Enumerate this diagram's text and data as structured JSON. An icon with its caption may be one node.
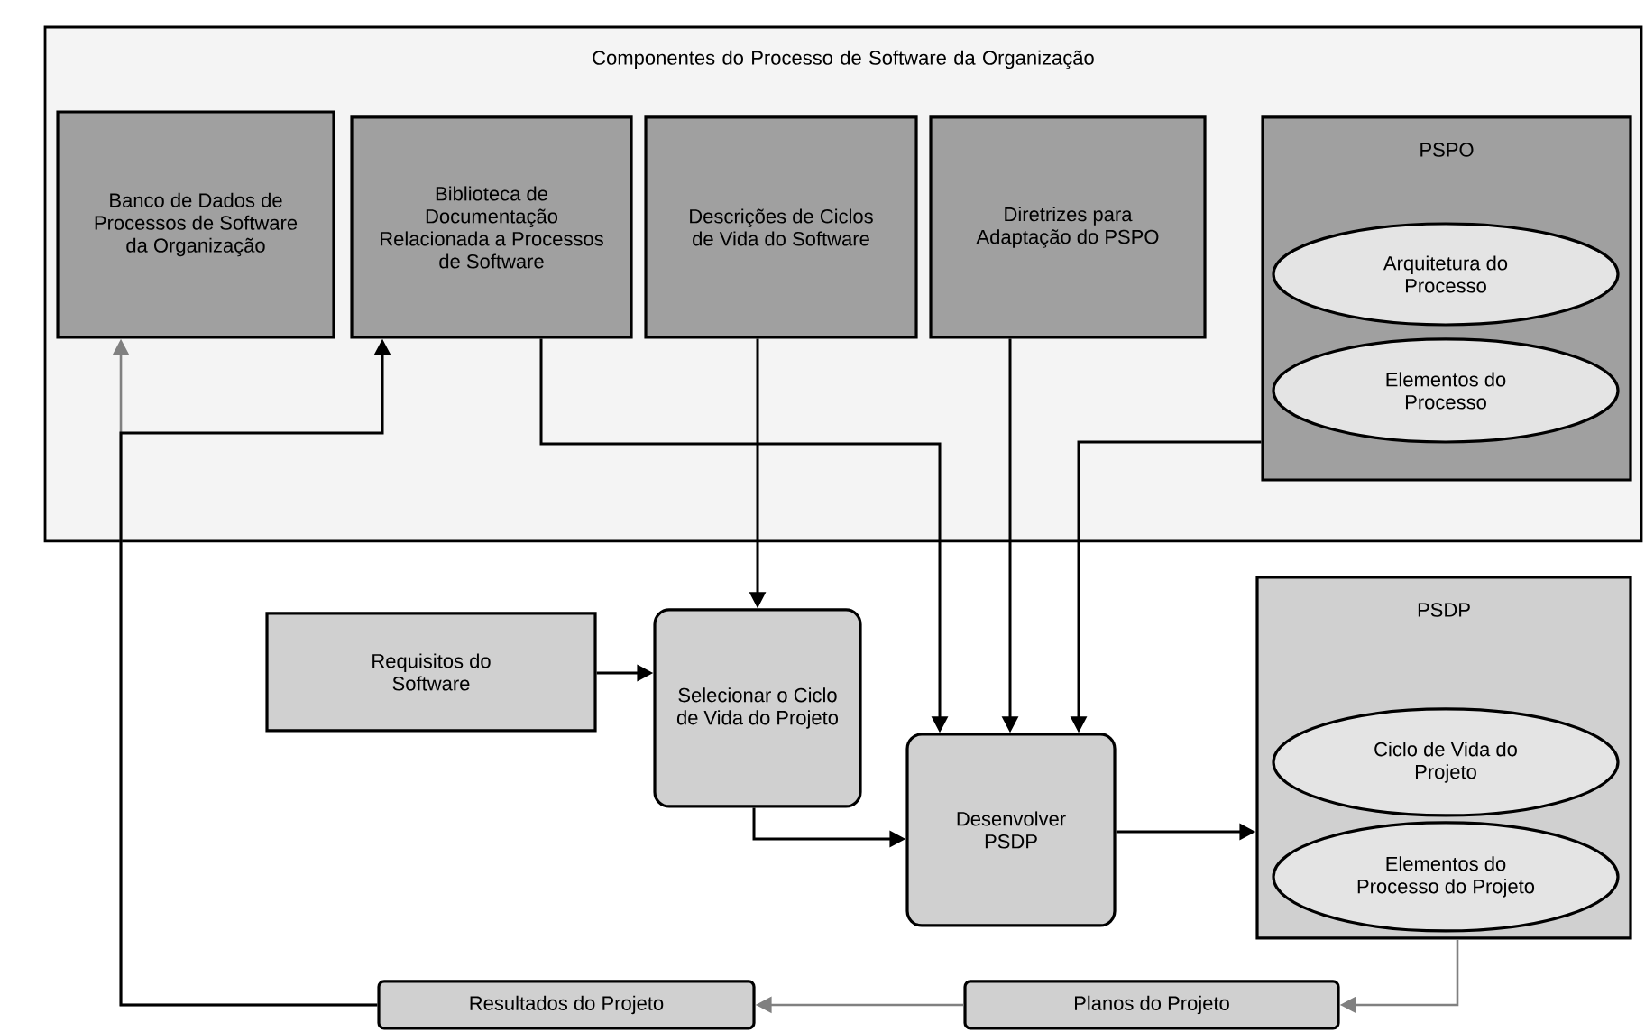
{
  "diagram": {
    "nodes": [
      {
        "text": [
          "Componentes do Processo de Software da Organização"
        ]
      },
      {
        "text": [
          "Banco de Dados de Processos de Software da Organização"
        ],
        "in": 0
      },
      {
        "text": [
          "Biblioteca de Documentação Relacionada a Processos de Software"
        ],
        "in": 0
      },
      {
        "text": [
          "Descrições de Ciclos de Vida do Software"
        ],
        "in": 0
      },
      {
        "text": [
          "Diretrizes para Adaptação do PSPO"
        ],
        "in": 0
      },
      {
        "text": [
          "PSPO"
        ],
        "in": 0
      },
      {
        "text": [
          "Arquitetura do Processo"
        ],
        "in": 5
      },
      {
        "text": [
          "Elementos do Processo"
        ],
        "in": 5
      },
      {
        "text": [
          "Requisitos do Software"
        ]
      },
      {
        "text": [
          "Selecionar o Ciclo de Vida do Projeto"
        ]
      },
      {
        "text": [
          "Desenvolver PSDP"
        ]
      },
      {
        "text": [
          "PSDP"
        ]
      },
      {
        "text": [
          "Ciclo de Vida do Projeto"
        ],
        "in": 11
      },
      {
        "text": [
          "Elementos do Processo do Projeto"
        ],
        "in": 11
      },
      {
        "text": [
          "Planos do Projeto"
        ]
      },
      {
        "text": [
          "Resultados do Projeto"
        ]
      }
    ],
    "edges": [
      {
        "from": 2,
        "to": 10,
        "arrow": "to"
      },
      {
        "from": 3,
        "to": 9,
        "arrow": "to"
      },
      {
        "from": 4,
        "to": 10,
        "arrow": "to"
      },
      {
        "from": 5,
        "to": 10,
        "arrow": "to"
      },
      {
        "from": 8,
        "to": 9,
        "arrow": "to"
      },
      {
        "from": 9,
        "to": 10,
        "arrow": "to"
      },
      {
        "from": 10,
        "to": 11,
        "arrow": "to"
      },
      {
        "from": 11,
        "to": 14,
        "arrow": "to",
        "color": "#808080"
      },
      {
        "from": 14,
        "to": 15,
        "arrow": "to",
        "color": "#808080"
      },
      {
        "from": 15,
        "to": 1,
        "arrow": "to",
        "color": "#808080"
      },
      {
        "from": 15,
        "to": 2,
        "arrow": "to"
      }
    ]
  }
}
